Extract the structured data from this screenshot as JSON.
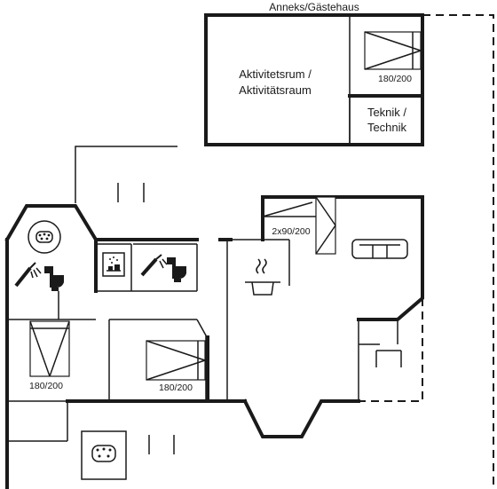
{
  "labels": {
    "annex": "Anneks/Gästehaus",
    "activity_line1": "Aktivitetsrum /",
    "activity_line2": "Aktivitätsraum",
    "technic_line1": "Teknik /",
    "technic_line2": "Technik",
    "bed_annex": "180/200",
    "bed_living": "2x90/200",
    "bed_left": "180/200",
    "bed_mid": "180/200"
  },
  "icons": {
    "spa": "whirlpool-icon",
    "shower": "shower-icon",
    "toilet": "toilet-icon",
    "sauna": "sauna-icon",
    "cooking": "cooking-pot-icon",
    "sofa": "sofa-icon"
  },
  "colors": {
    "line": "#1a1a1a",
    "background": "#ffffff"
  }
}
